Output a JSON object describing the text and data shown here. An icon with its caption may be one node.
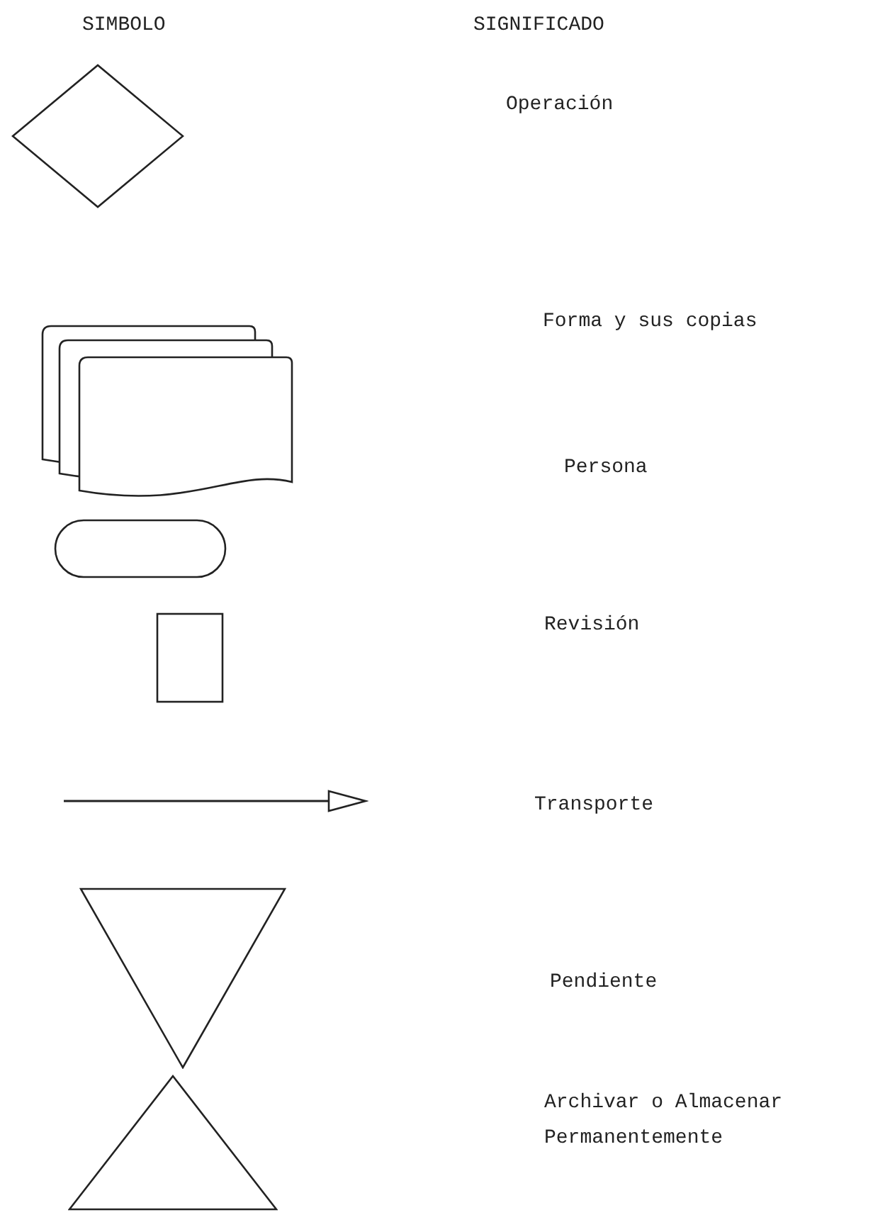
{
  "diagram": {
    "nodes": [
      {
        "text": [],
        "shape": "diamond"
      },
      {
        "text": [],
        "shape": "document"
      },
      {
        "text": [],
        "shape": "box"
      },
      {
        "text": [],
        "shape": "box"
      },
      {
        "text": [],
        "shape": "triangle"
      },
      {
        "text": [],
        "shape": "triangle"
      }
    ],
    "labels": [
      "SIMBOLO",
      "SIGNIFICADO",
      "Operación",
      "Forma y sus copias",
      "Persona",
      "Revisión",
      "Transporte",
      "Pendiente",
      "Archivar o Almacenar Permanentemente"
    ]
  }
}
